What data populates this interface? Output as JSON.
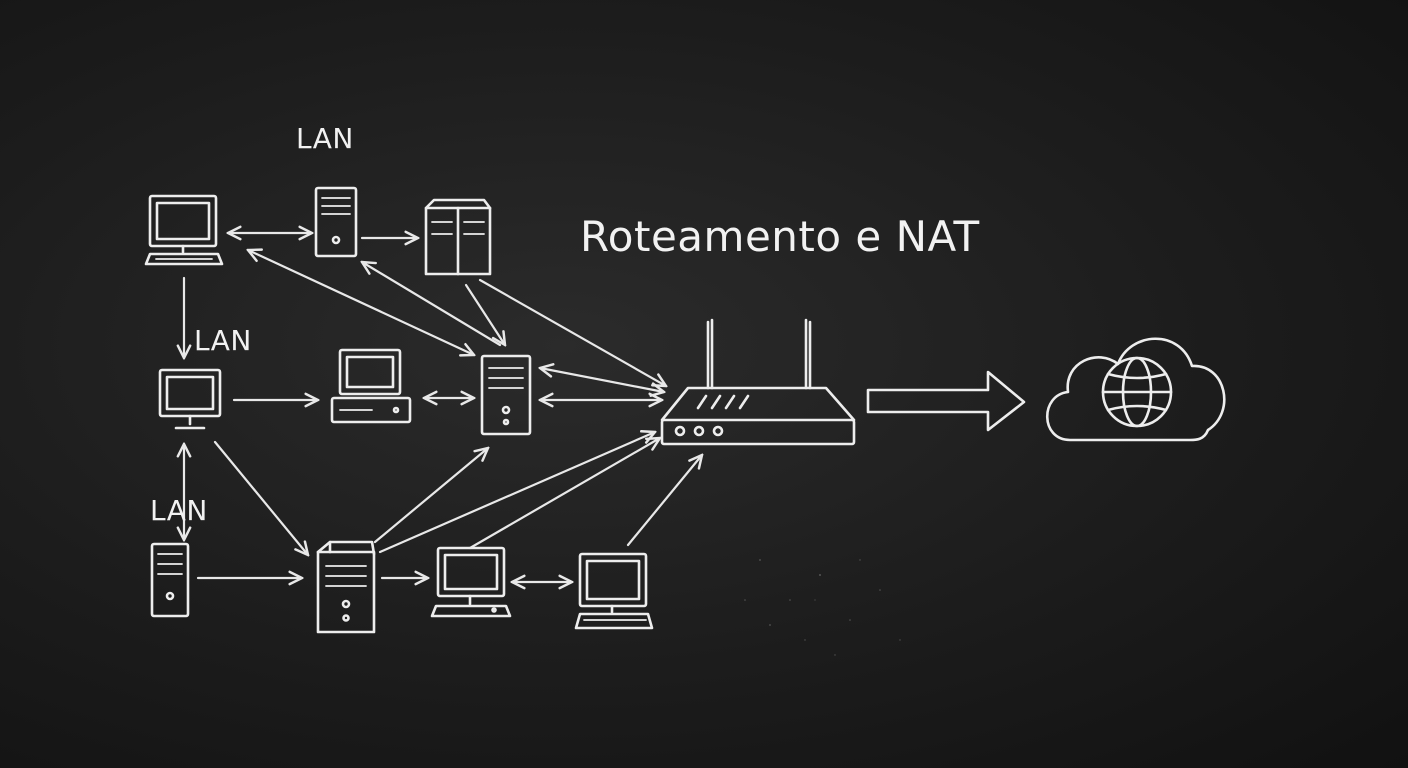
{
  "title": "Roteamento e NAT",
  "lan_labels": [
    "LAN",
    "LAN",
    "LAN"
  ],
  "colors": {
    "background": "#1c1c1c",
    "chalk": "#ededed"
  },
  "nodes": [
    {
      "name": "workstation-top-left",
      "icon": "desktop-keyboard-icon"
    },
    {
      "name": "server-top",
      "icon": "server-tower-icon"
    },
    {
      "name": "server-cabinet-top",
      "icon": "server-cabinet-icon"
    },
    {
      "name": "monitor-mid-left",
      "icon": "monitor-icon"
    },
    {
      "name": "desktop-mid",
      "icon": "desktop-box-icon"
    },
    {
      "name": "server-mid",
      "icon": "server-tower-icon"
    },
    {
      "name": "server-bottom-left",
      "icon": "server-tower-icon"
    },
    {
      "name": "server-bottom-mid",
      "icon": "server-cube-icon"
    },
    {
      "name": "monitor-bottom-1",
      "icon": "desktop-keyboard-icon"
    },
    {
      "name": "monitor-bottom-2",
      "icon": "desktop-keyboard-icon"
    },
    {
      "name": "router",
      "icon": "router-icon"
    },
    {
      "name": "internet-cloud",
      "icon": "cloud-globe-icon"
    }
  ]
}
